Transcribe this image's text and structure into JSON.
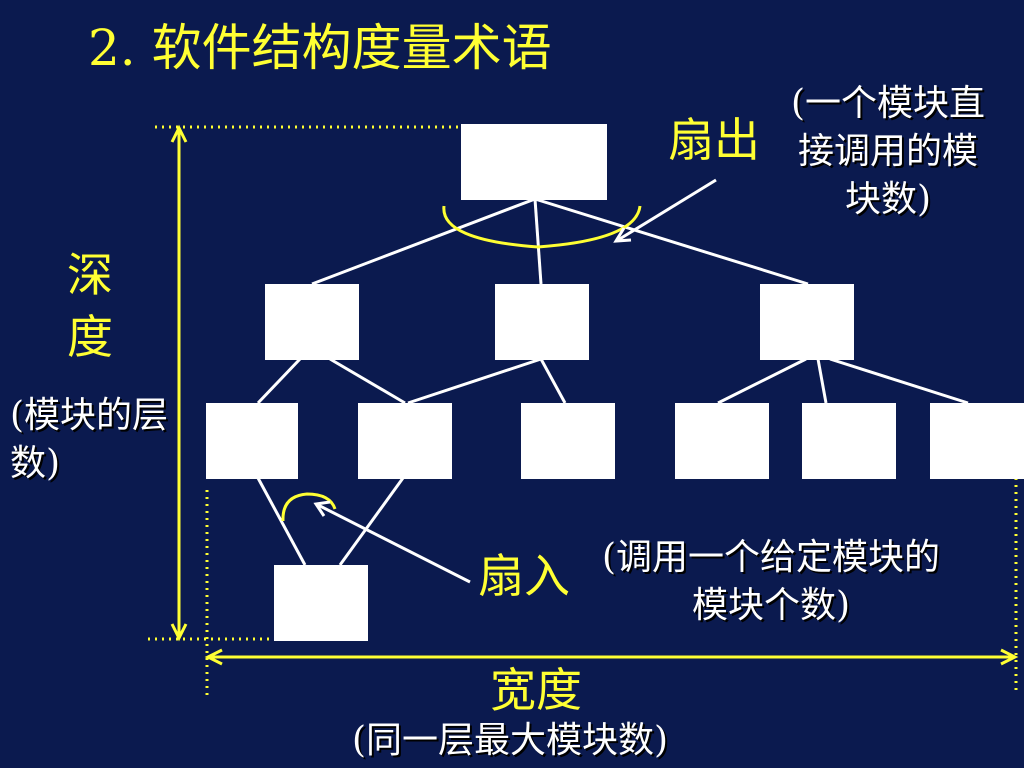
{
  "title": "2.  软件结构度量术语",
  "fan_out": {
    "label": "扇出",
    "note": "(一个模块直接调用的模块数)"
  },
  "fan_in": {
    "label": "扇入",
    "note": "(调用一个给定模块的模块个数)"
  },
  "depth": {
    "label": "深度",
    "note": "(模块的层数)"
  },
  "width": {
    "label": "宽度",
    "note": "(同一层最大模块数)"
  },
  "colors": {
    "background": "#0b1a4f",
    "accent": "#ffff33",
    "module": "#ffffff",
    "text": "#ffffff"
  }
}
